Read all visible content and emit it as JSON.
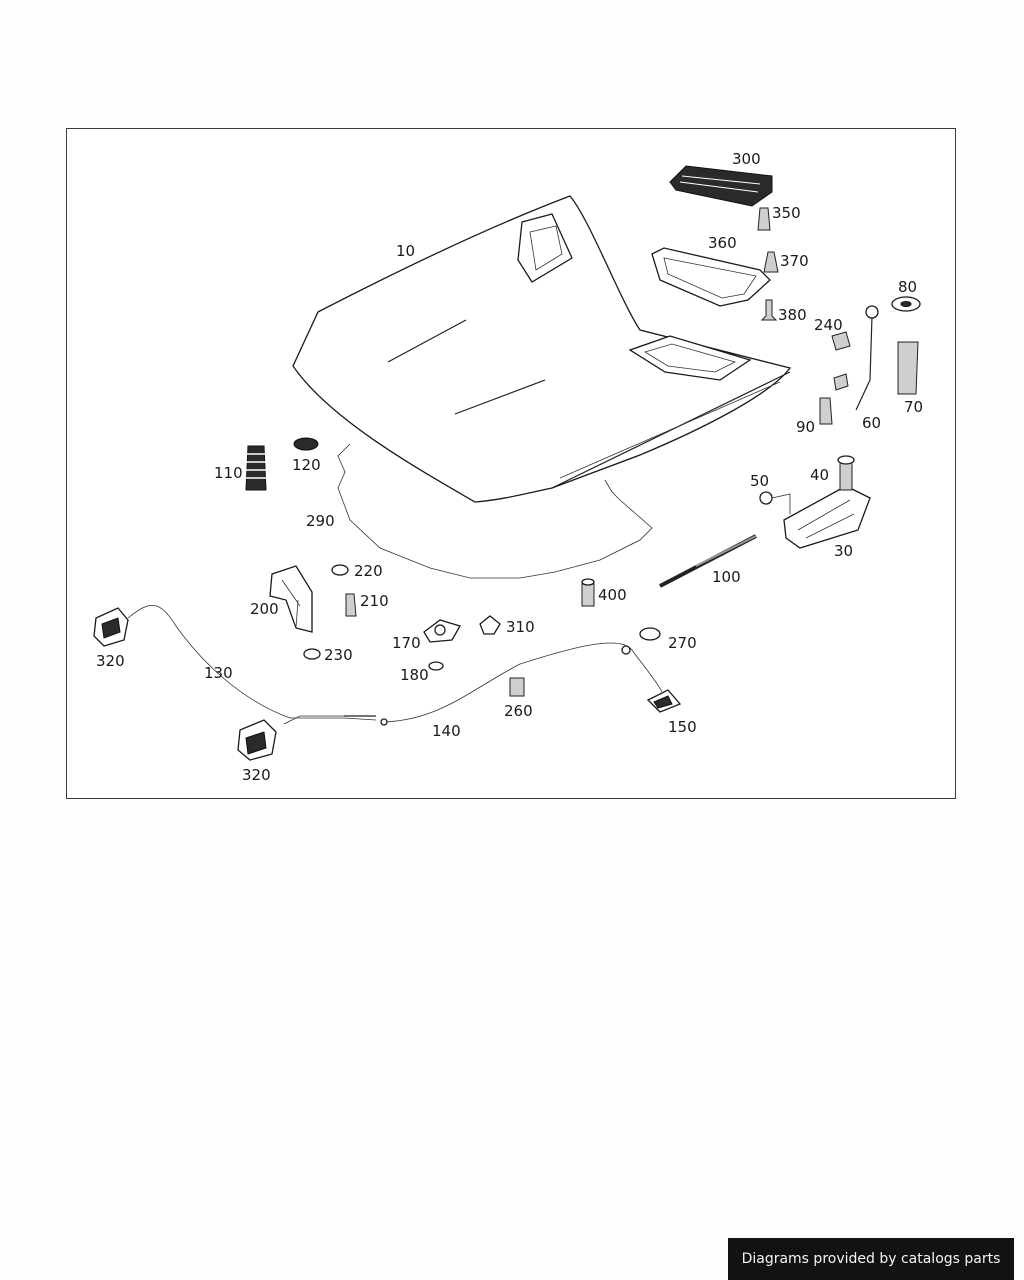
{
  "diagram": {
    "part_labels": {
      "p10": "10",
      "p30": "30",
      "p40": "40",
      "p50": "50",
      "p60": "60",
      "p70": "70",
      "p80": "80",
      "p90": "90",
      "p100": "100",
      "p110": "110",
      "p120": "120",
      "p130": "130",
      "p140": "140",
      "p150": "150",
      "p170": "170",
      "p180": "180",
      "p200": "200",
      "p210": "210",
      "p220": "220",
      "p230": "230",
      "p240": "240",
      "p260": "260",
      "p270": "270",
      "p290": "290",
      "p300": "300",
      "p310": "310",
      "p320a": "320",
      "p320b": "320",
      "p350": "350",
      "p360": "360",
      "p370": "370",
      "p380": "380",
      "p400": "400"
    }
  },
  "footer": {
    "credit": "Diagrams provided by catalogs parts"
  }
}
